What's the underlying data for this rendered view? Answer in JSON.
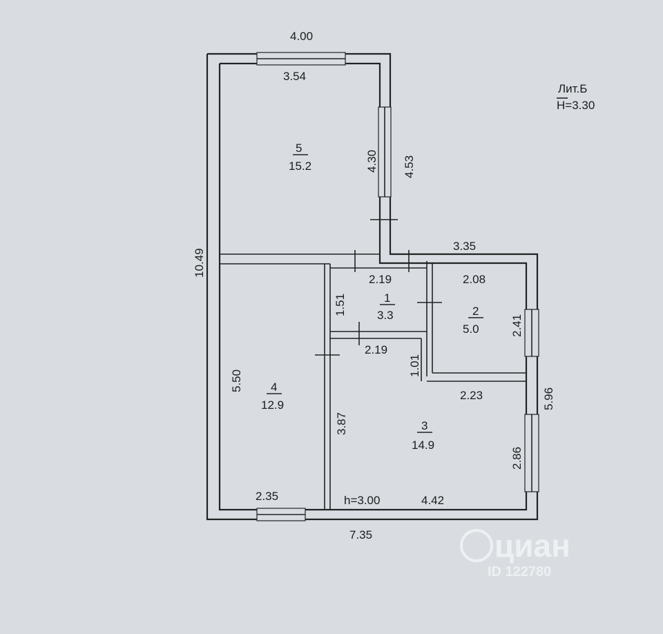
{
  "header": {
    "liter": "Лит.Б",
    "height": "H=3.30"
  },
  "dimensions": {
    "top_outer": "4.00",
    "room5_top": "3.54",
    "room5_right_inner": "4.30",
    "room5_right_outer": "4.53",
    "left_outer": "10.49",
    "right_block_top": "3.35",
    "room1_top": "2.19",
    "room1_left": "1.51",
    "room1_bottom": "2.19",
    "room2_top": "2.08",
    "room2_right": "2.41",
    "room3_top_left": "1.01",
    "room3_top": "2.23",
    "room3_left": "3.87",
    "room3_right": "2.86",
    "right_outer": "5.96",
    "room4_left": "5.50",
    "room4_bottom": "2.35",
    "room3_height": "h=3.00",
    "room3_bottom": "4.42",
    "bottom_outer": "7.35"
  },
  "rooms": [
    {
      "number": "5",
      "area": "15.2"
    },
    {
      "number": "1",
      "area": "3.3"
    },
    {
      "number": "2",
      "area": "5.0"
    },
    {
      "number": "4",
      "area": "12.9"
    },
    {
      "number": "3",
      "area": "14.9"
    }
  ],
  "watermark": {
    "brand": "циан",
    "id": "ID 122780"
  }
}
